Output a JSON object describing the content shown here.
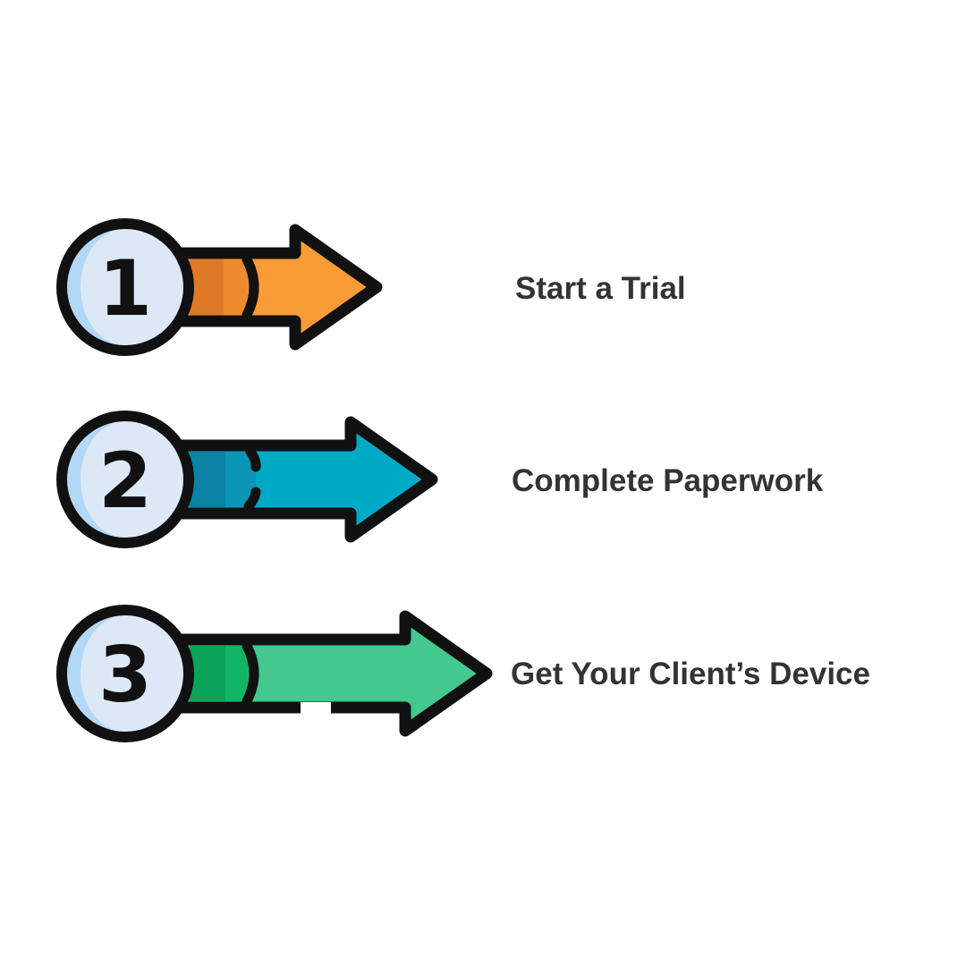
{
  "steps": [
    {
      "number": "1",
      "label": "Start a Trial",
      "colors": {
        "body": "#F99B36",
        "band_light": "#EE8A2E",
        "band_dark": "#DE7A26"
      }
    },
    {
      "number": "2",
      "label": "Complete Paperwork",
      "colors": {
        "body": "#00A9C5",
        "band_light": "#0A96B4",
        "band_dark": "#0A83A6"
      }
    },
    {
      "number": "3",
      "label": "Get Your Client’s Device",
      "colors": {
        "body": "#43C98E",
        "band_light": "#12B568",
        "band_dark": "#0BA35A"
      }
    }
  ],
  "style": {
    "outline": "#111111",
    "circle_fill": "#DDE8F7",
    "circle_shade": "#B3D8F7",
    "label_color": "#333333"
  }
}
